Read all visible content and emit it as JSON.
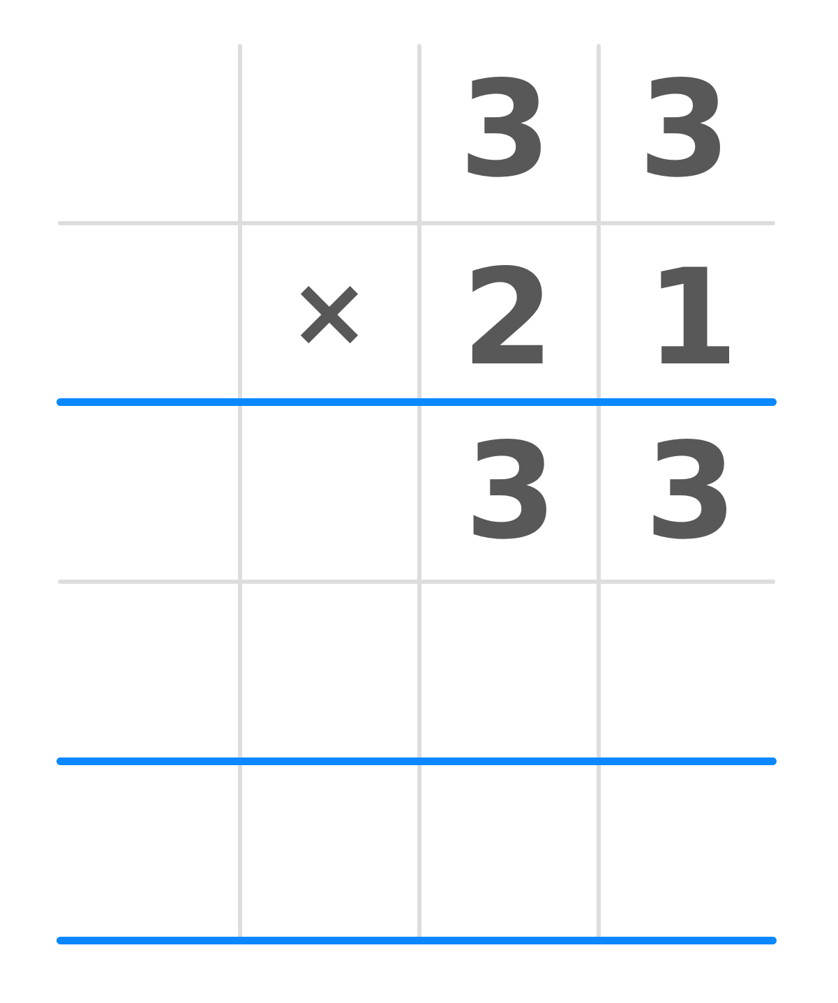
{
  "colors": {
    "digit": "#585858",
    "grid": "#dddddd",
    "rule": "#0a88ff"
  },
  "problem": {
    "multiplicand": [
      "3",
      "3"
    ],
    "operator": "×",
    "multiplier": [
      "2",
      "1"
    ],
    "partial_product_1": [
      "3",
      "3"
    ]
  }
}
